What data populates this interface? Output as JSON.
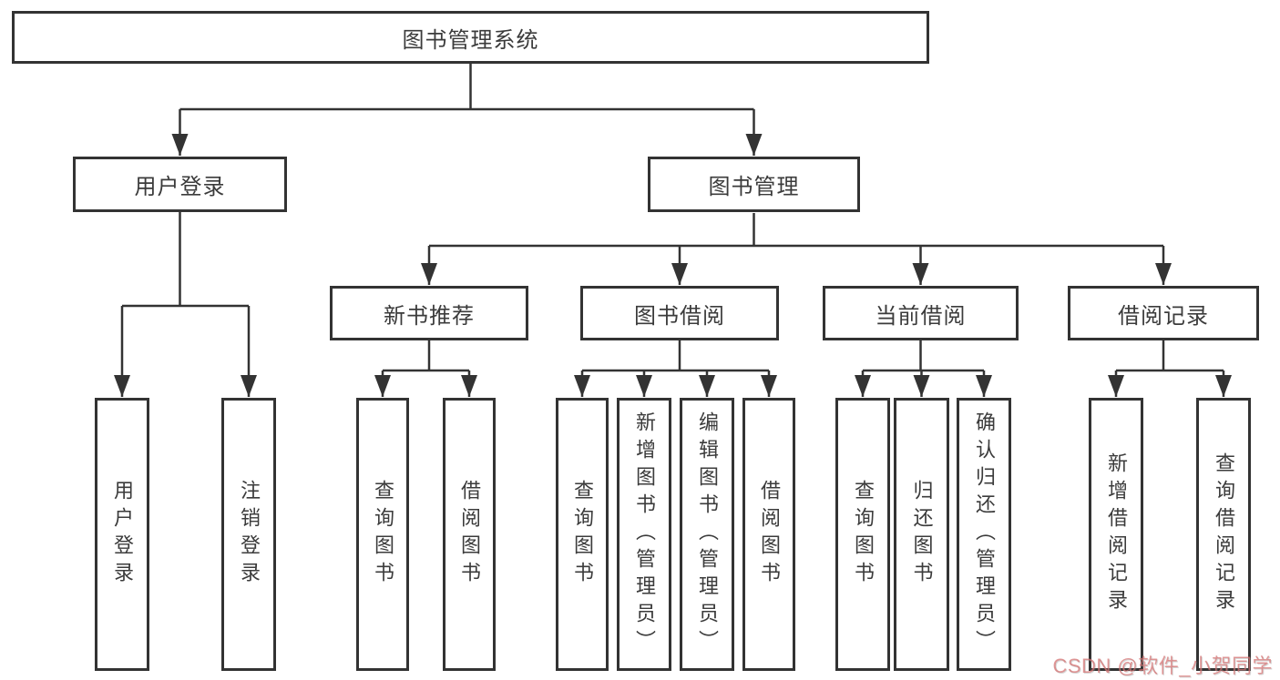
{
  "tree": {
    "root": {
      "label": "图书管理系统",
      "children": [
        {
          "label": "用户登录",
          "children": [
            {
              "label": "用户登录"
            },
            {
              "label": "注销登录"
            }
          ]
        },
        {
          "label": "图书管理",
          "children": [
            {
              "label": "新书推荐",
              "children": [
                {
                  "label": "查询图书"
                },
                {
                  "label": "借阅图书"
                }
              ]
            },
            {
              "label": "图书借阅",
              "children": [
                {
                  "label": "查询图书"
                },
                {
                  "label": "新增图书（管理员）"
                },
                {
                  "label": "编辑图书（管理员）"
                },
                {
                  "label": "借阅图书"
                }
              ]
            },
            {
              "label": "当前借阅",
              "children": [
                {
                  "label": "查询图书"
                },
                {
                  "label": "归还图书"
                },
                {
                  "label": "确认归还（管理员）"
                }
              ]
            },
            {
              "label": "借阅记录",
              "children": [
                {
                  "label": "新增借阅记录"
                },
                {
                  "label": "查询借阅记录"
                }
              ]
            }
          ]
        }
      ]
    }
  },
  "colors": {
    "line": "#333333",
    "box_border": "#333333",
    "box_fill": "#ffffff",
    "text": "#3b3b3b",
    "watermark": "#d67070"
  },
  "watermark": {
    "text": "CSDN @软件_小贺同学"
  }
}
